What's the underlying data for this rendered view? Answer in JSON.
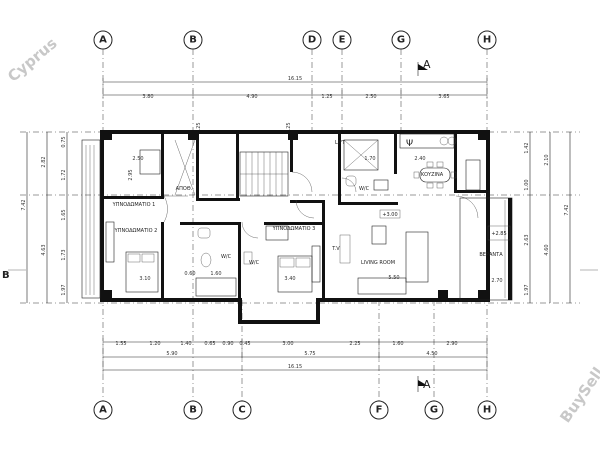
{
  "watermarks": {
    "top_left": "Cyprus",
    "bottom_right": "BuySell"
  },
  "grid": {
    "top": [
      "A",
      "B",
      "D",
      "E",
      "G",
      "H"
    ],
    "bottom": [
      "A",
      "B",
      "C",
      "F",
      "G",
      "H"
    ],
    "left_side": "B"
  },
  "section_marks": {
    "top": "A",
    "bottom": "A"
  },
  "dimensions": {
    "top_total": "16.15",
    "top_segments": [
      "3.80",
      "4.90",
      "1.25",
      "2.50",
      "3.65"
    ],
    "top_wall": [
      "0.25",
      "0.25"
    ],
    "bottom_segments_1": [
      "1.55",
      "1.20",
      "1.40",
      "0.65",
      "0.90",
      "0.45",
      "3.00",
      "2.25",
      "1.60",
      "2.90"
    ],
    "bottom_segments_2": [
      "5.90",
      "5.75",
      "4.50"
    ],
    "bottom_total": "16.15",
    "left_total": "7.42",
    "left_segments": [
      "2.82",
      "4.63"
    ],
    "left_sub": [
      "0.75",
      "1.72",
      "1.65",
      "1.73",
      "1.97"
    ],
    "right_total": "7.42",
    "right_segments": [
      "2.10",
      "4.60"
    ],
    "right_sub": [
      "1.42",
      "1.00",
      "2.63",
      "1.97"
    ]
  },
  "rooms": {
    "bedroom1": "ΥΠΝΟΔΩΜΑΤΙΟ 1",
    "bedroom2": "ΥΠΝΟΔΩΜΑΤΙΟ 2",
    "bedroom3": "ΥΠΝΟΔΩΜΑΤΙΟ 3",
    "living": "LIVING ROOM",
    "kitchen": "ΚΟΥΖΙΝΑ",
    "veranda": "ΒΕΡΑΝΤΑ",
    "lift": "LIFT",
    "wc1": "W/C",
    "wc2": "W/C",
    "wc3": "W/C",
    "closet": "ΑΠΟΘ.",
    "tv": "T.V"
  },
  "levels": {
    "living": "+3.00",
    "veranda": "+2.85"
  },
  "room_dims": {
    "bed1_w": "2.50",
    "bed1_d": "2.95",
    "bed2_w": "3.10",
    "bed3_w": "3.40",
    "living_w": "5.50",
    "kitchen_w": "2.40",
    "lift_w": "1.70",
    "bath": "1.60",
    "veranda_w": "2.70",
    "wc": "0.60"
  },
  "symbols": {
    "psi": "Ψ"
  }
}
